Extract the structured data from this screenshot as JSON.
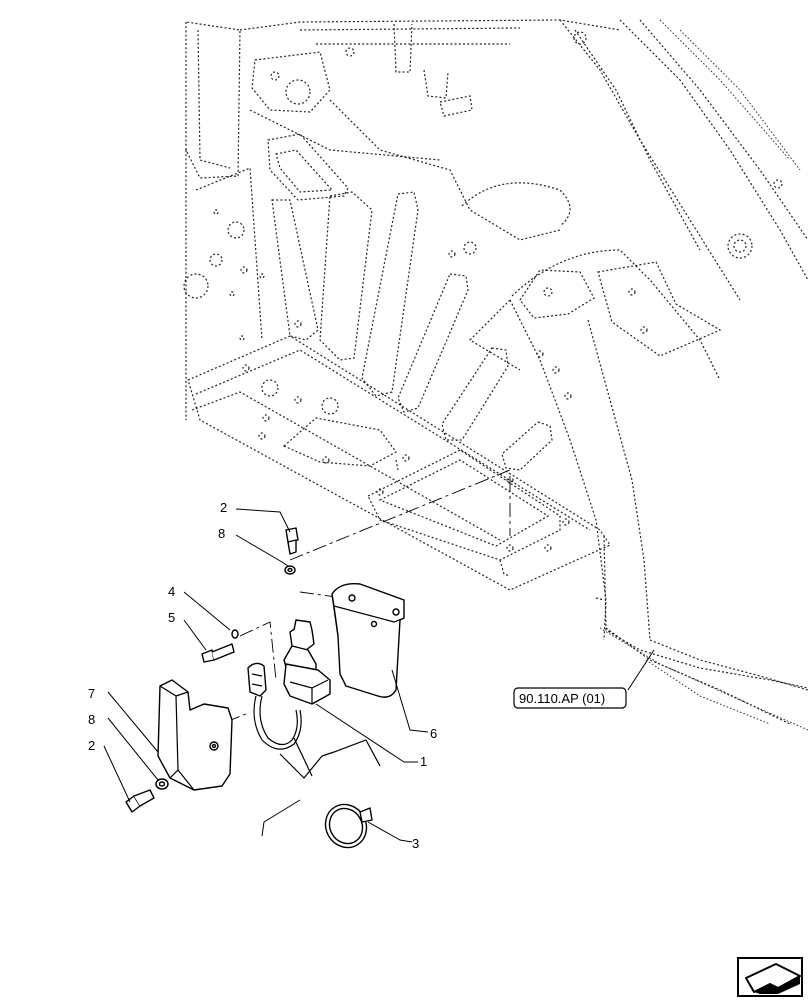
{
  "callouts": [
    {
      "id": "c2a",
      "label": "2"
    },
    {
      "id": "c8a",
      "label": "8"
    },
    {
      "id": "c4",
      "label": "4"
    },
    {
      "id": "c5",
      "label": "5"
    },
    {
      "id": "c7",
      "label": "7"
    },
    {
      "id": "c8b",
      "label": "8"
    },
    {
      "id": "c2b",
      "label": "2"
    },
    {
      "id": "c6",
      "label": "6"
    },
    {
      "id": "c1",
      "label": "1"
    },
    {
      "id": "c3",
      "label": "3"
    }
  ],
  "reference": {
    "label": "90.110.AP (01)"
  },
  "nav_icon": "next-page-arrow-icon",
  "colors": {
    "line": "#000000",
    "background": "#ffffff"
  }
}
